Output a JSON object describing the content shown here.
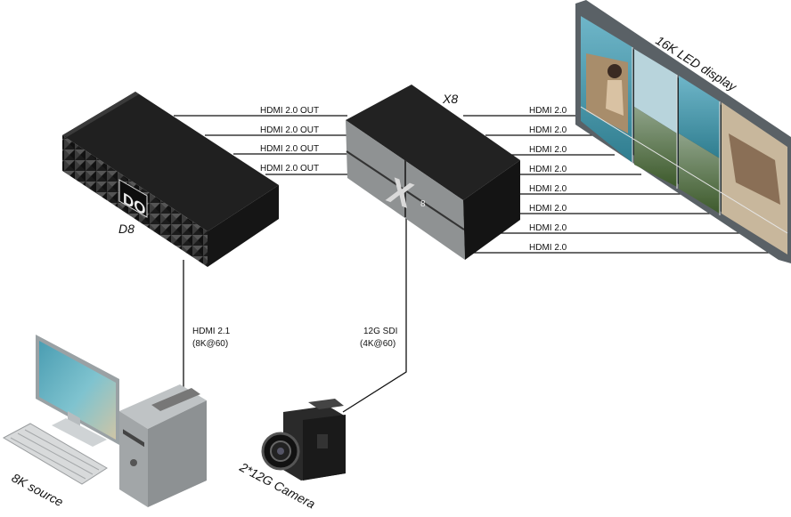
{
  "devices": {
    "d8": {
      "name": "D8",
      "logo": "DO"
    },
    "x8": {
      "name": "X8",
      "logo": "X",
      "logo_sub": "8"
    },
    "display": {
      "name": "16K LED display"
    },
    "source": {
      "name": "8K source"
    },
    "camera": {
      "name": "2*12G Camera"
    }
  },
  "links": {
    "d8_to_x8": [
      "HDMI  2.0 OUT",
      "HDMI  2.0 OUT",
      "HDMI  2.0 OUT",
      "HDMI  2.0 OUT"
    ],
    "x8_to_display": [
      "HDMI 2.0",
      "HDMI 2.0",
      "HDMI 2.0",
      "HDMI 2.0",
      "HDMI 2.0",
      "HDMI 2.0",
      "HDMI 2.0",
      "HDMI 2.0"
    ],
    "source_to_d8": {
      "line1": "HDMI 2.1",
      "line2": "(8K@60)"
    },
    "camera_to_x8": {
      "line1": "12G SDI",
      "line2": "(4K@60)"
    }
  },
  "colors": {
    "device_body": "#1a1a1a",
    "x8_front": "#8a8d8e",
    "display_frame": "#5a6166",
    "wire": "#111111"
  }
}
